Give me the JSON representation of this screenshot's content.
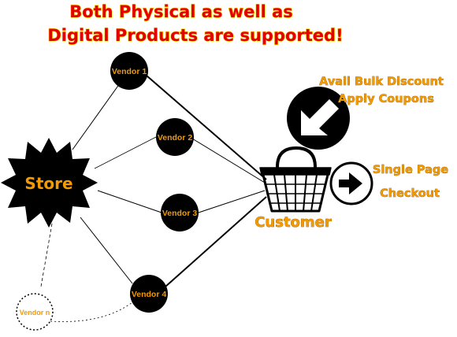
{
  "headline": {
    "line1": "Both Physical as well as",
    "line2": "Digital Products are supported!"
  },
  "store": {
    "label": "Store"
  },
  "vendors": [
    {
      "label": "Vendor 1"
    },
    {
      "label": "Vendor 2"
    },
    {
      "label": "Vendor 3"
    },
    {
      "label": "Vendor 4"
    },
    {
      "label": "Vendor n"
    }
  ],
  "customer": {
    "label": "Customer"
  },
  "discount": {
    "line1": "Avail Bulk Discount",
    "line2": "Apply Coupons"
  },
  "checkout": {
    "line1": "Single Page",
    "line2": "Checkout"
  },
  "colors": {
    "headline_red": "#e30000",
    "accent_orange": "#f39a00",
    "node_black": "#000000"
  }
}
